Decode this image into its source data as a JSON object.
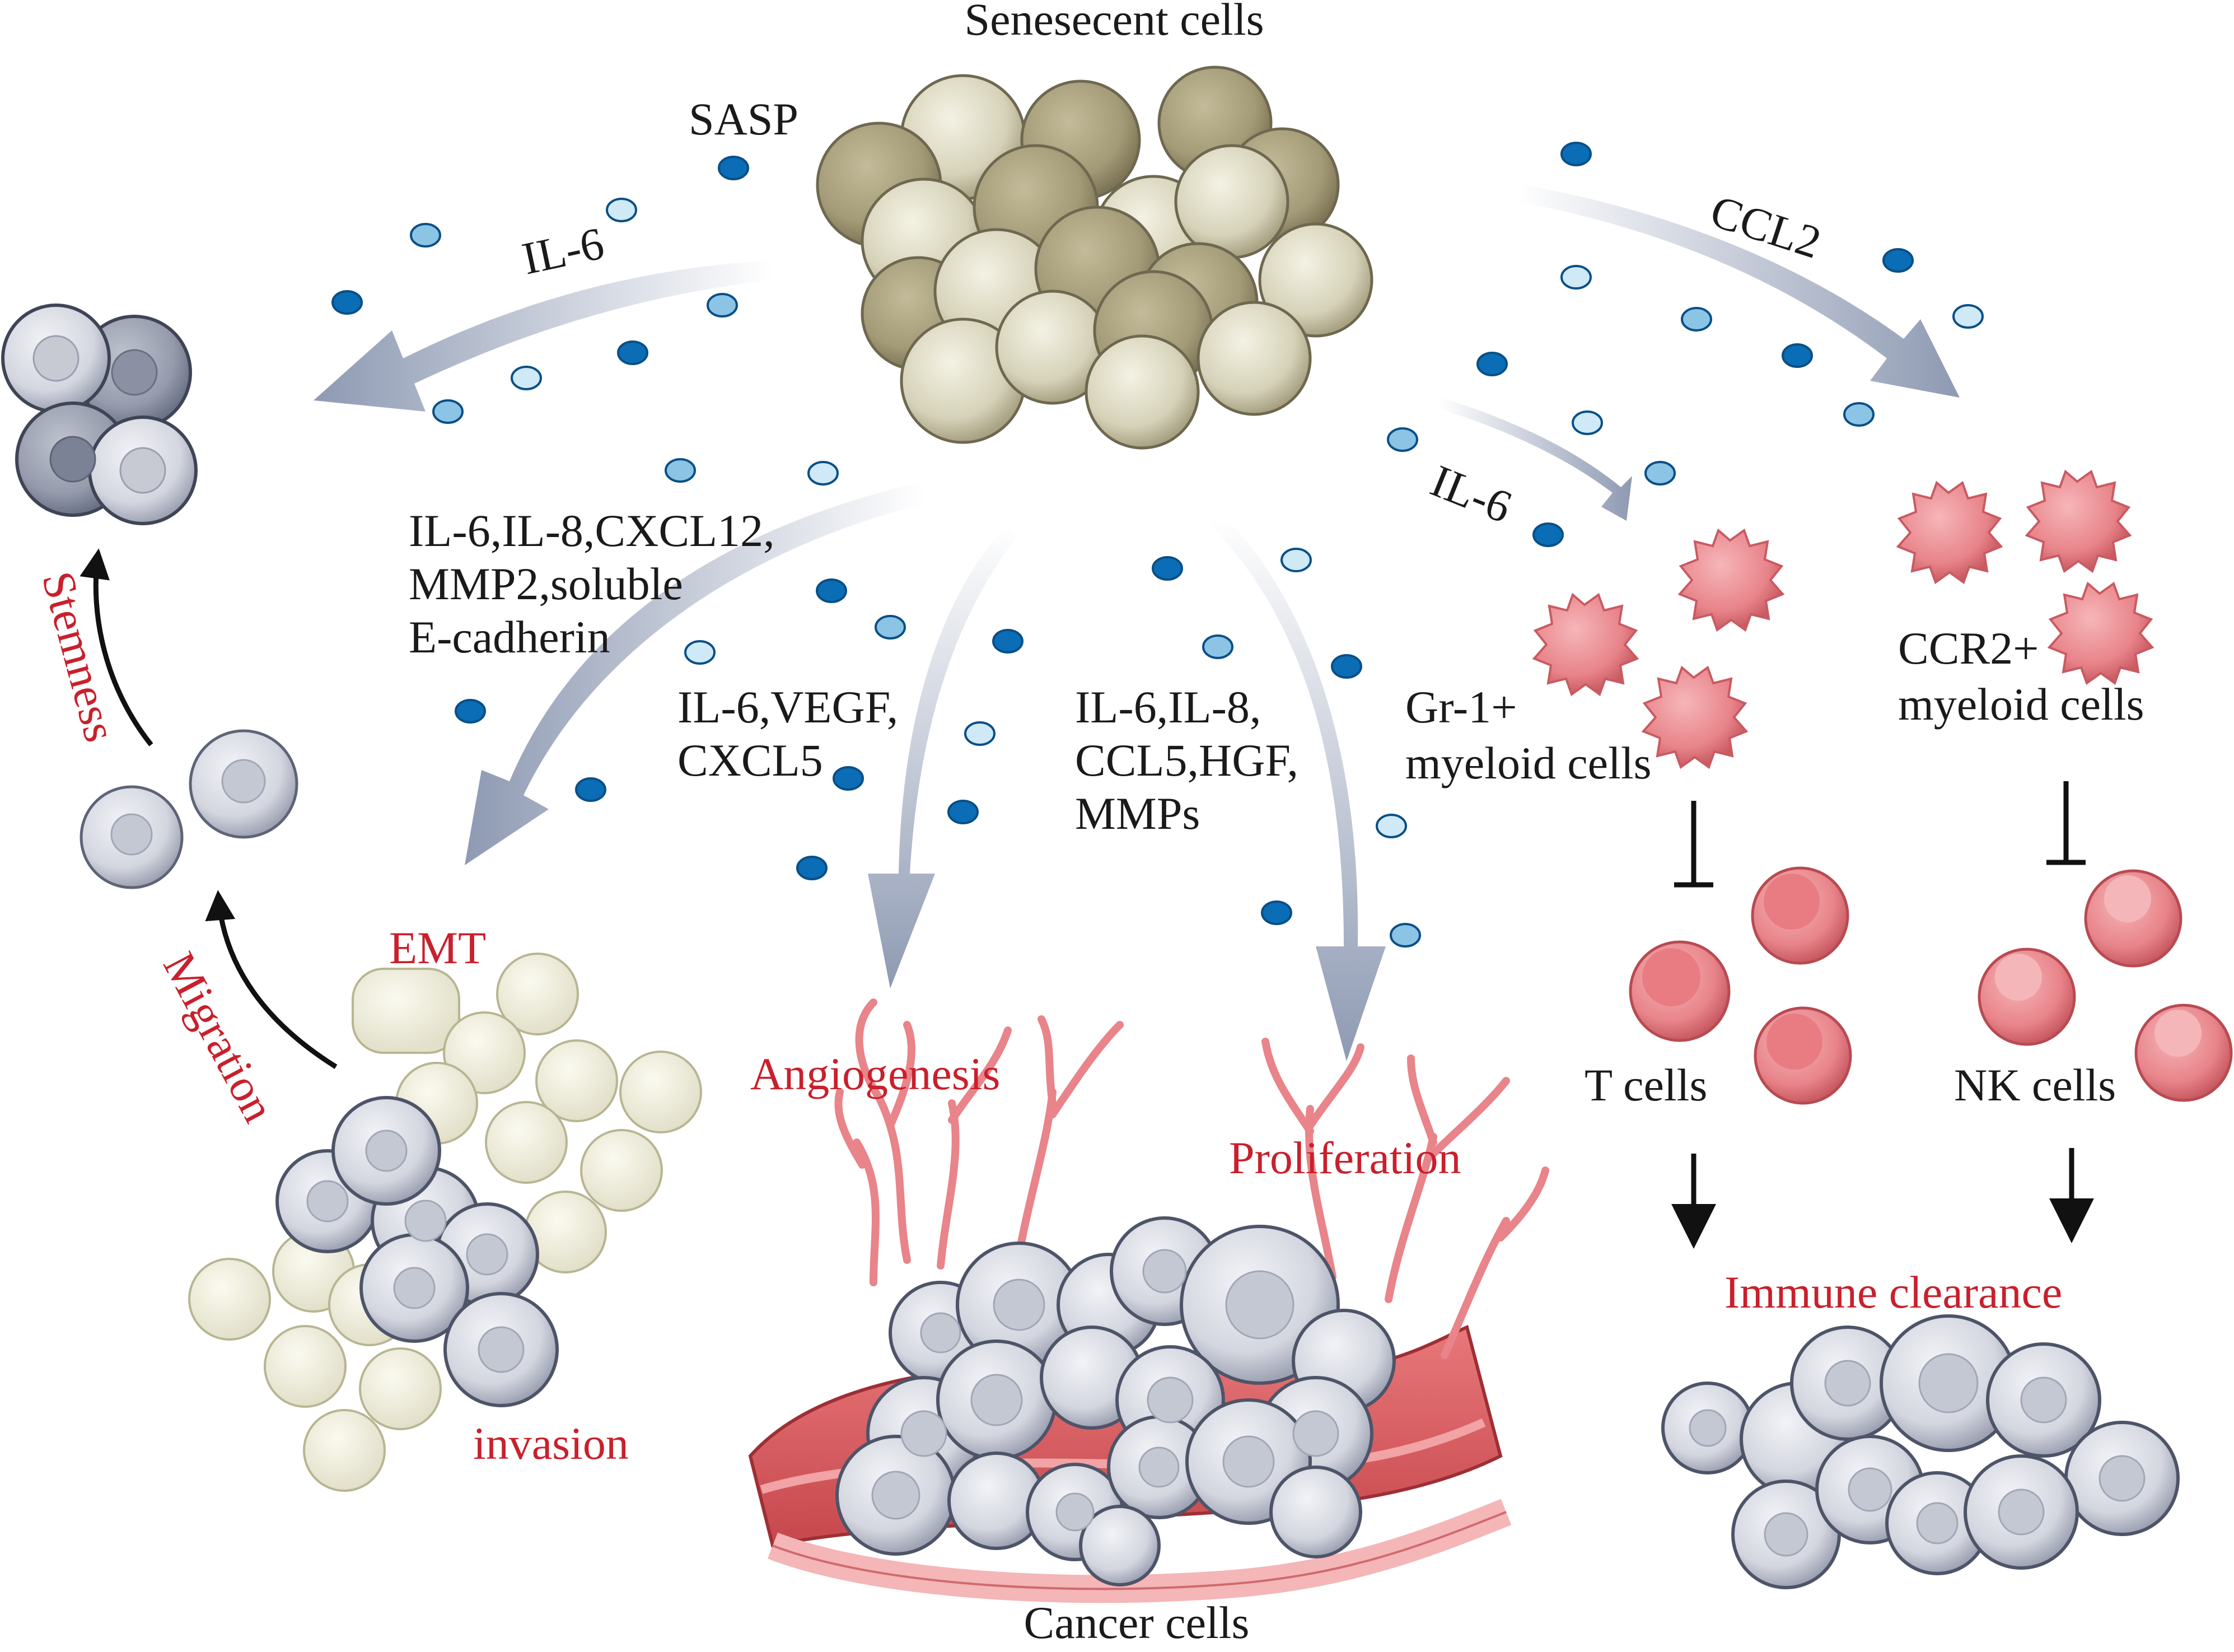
{
  "labels": {
    "senescent_cells": "Senesecent cells",
    "sasp": "SASP",
    "il6_left": "IL-6",
    "ccl2": "CCL2",
    "il6_right": "IL-6",
    "factors_emt": [
      "IL-6,IL-8,CXCL12,",
      "MMP2,soluble",
      "E-cadherin"
    ],
    "factors_angio": [
      "IL-6,VEGF,",
      "CXCL5"
    ],
    "factors_prolif": [
      "IL-6,IL-8,",
      "CCL5,HGF,",
      "MMPs"
    ],
    "gr1_myeloid": [
      "Gr-1+",
      "myeloid cells"
    ],
    "ccr2_myeloid": [
      "CCR2+",
      "myeloid cells"
    ],
    "t_cells": "T cells",
    "nk_cells": "NK cells",
    "emt": "EMT",
    "invasion": "invasion",
    "migration": "Migration",
    "stemness": "Stemness",
    "angiogenesis": "Angiogenesis",
    "proliferation": "Proliferation",
    "immune_clearance": "Immune clearance",
    "cancer_cells": "Cancer cells"
  },
  "colors": {
    "process_label": "#c8202c",
    "sasp_dot_dark": "#0a6db5",
    "sasp_dot_light": "#cfe9f7",
    "arrow_gray": "#8e9ab3",
    "senescent_cell": "#c8c3a7",
    "cancer_cell": "#c9ccd6",
    "immune_cell": "#e8848a"
  }
}
